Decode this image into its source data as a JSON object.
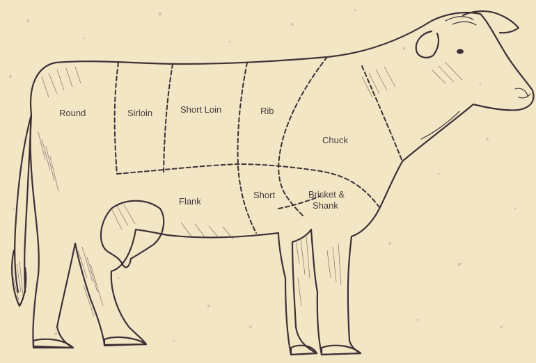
{
  "colors": {
    "background": "#f3e6c4",
    "ink": "#3f2f37",
    "label": "#4a3a40"
  },
  "cuts": [
    {
      "id": "round",
      "label": "Round"
    },
    {
      "id": "sirloin",
      "label": "Sirloin"
    },
    {
      "id": "short-loin",
      "label": "Short Loin"
    },
    {
      "id": "rib",
      "label": "Rib"
    },
    {
      "id": "chuck",
      "label": "Chuck"
    },
    {
      "id": "flank",
      "label": "Flank"
    },
    {
      "id": "short",
      "label": "Short"
    },
    {
      "id": "brisket-shank",
      "label_line1": "Brisket &",
      "label_line2": "Shank"
    }
  ]
}
